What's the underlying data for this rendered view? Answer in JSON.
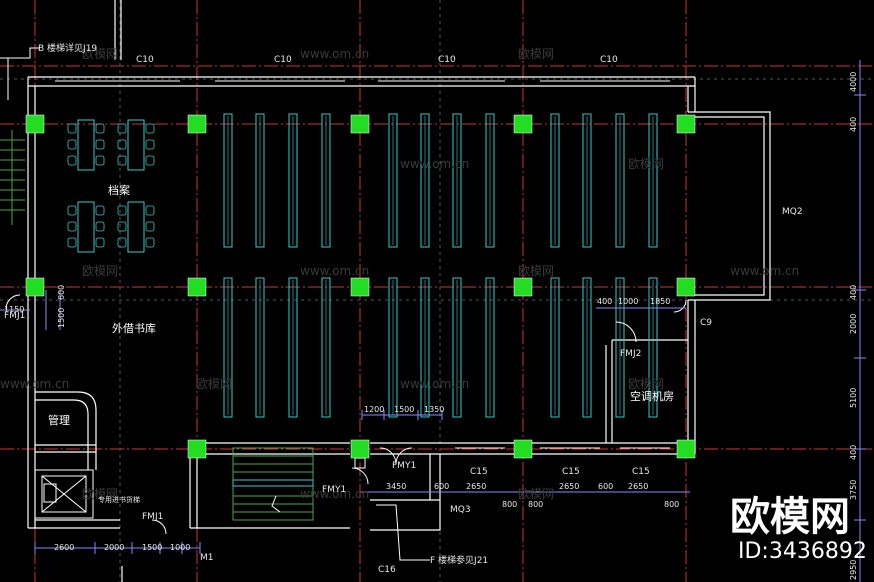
{
  "rooms": {
    "archive": "档案",
    "lending_library": "外借书库",
    "management": "管理",
    "ac_room": "空调机房"
  },
  "labels": {
    "top_note": "B 楼梯详见J19",
    "bottom_note": "F 楼梯参见J21",
    "elevator": "专用进书货梯",
    "c10": "C10",
    "c9": "C9",
    "c15": "C15",
    "c16": "C16",
    "mq2": "MQ2",
    "mq3": "MQ3",
    "fmj1": "FMJ1",
    "fmj2": "FMJ2",
    "fmy1": "FMY1",
    "m1": "M1"
  },
  "dimensions": {
    "left_1150": "1150",
    "left_600": "600",
    "left_1500": "1500",
    "d400": "400",
    "d1000": "1000",
    "d1850": "1850",
    "d1200": "1200",
    "d1500": "1500",
    "d1350": "1350",
    "d3450": "3450",
    "d600": "600",
    "d2650": "2650",
    "d800": "800",
    "b2600": "2600",
    "b2000": "2000",
    "b1500": "1500",
    "b1000": "1000",
    "r4000": "4000",
    "r2000": "2000",
    "r5100": "5100",
    "r3750": "3750",
    "r2950": "2950",
    "r400": "400"
  },
  "watermark": {
    "brand": "欧模网",
    "site": "www.om.cn",
    "big_brand": "欧模网",
    "id": "ID:3436892"
  },
  "colors": {
    "background": "#000000",
    "wall": "#ffffff",
    "axis": "#cc3333",
    "column": "#22dd22",
    "shelf": "#33cccc",
    "dim": "#8888ff",
    "stair": "#44aa44"
  }
}
